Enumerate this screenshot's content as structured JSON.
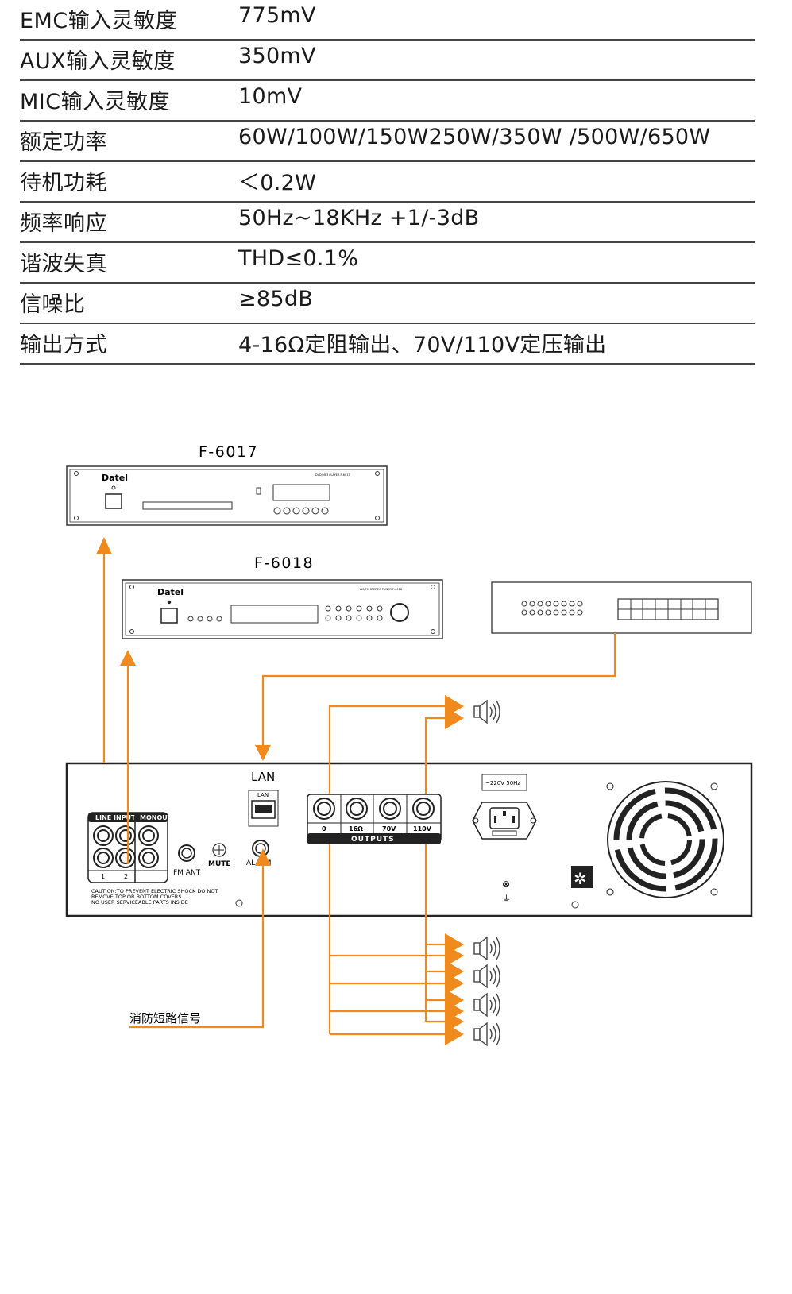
{
  "specs": [
    {
      "label": "EMC输入灵敏度",
      "value": "775mV"
    },
    {
      "label": "AUX输入灵敏度",
      "value": "350mV"
    },
    {
      "label": "MIC输入灵敏度",
      "value": "10mV"
    },
    {
      "label": "额定功率",
      "value": "60W/100W/150W250W/350W /500W/650W"
    },
    {
      "label": "待机功耗",
      "value": "＜0.2W"
    },
    {
      "label": "频率响应",
      "value": "50Hz~18KHz +1/-3dB"
    },
    {
      "label": "谐波失真",
      "value": "THD≤0.1%"
    },
    {
      "label": "信噪比",
      "value": "≥85dB"
    },
    {
      "label": "输出方式",
      "value": "4-16Ω定阻输出、70V/110V定压输出"
    }
  ],
  "diagram": {
    "device1": {
      "model": "F-6017",
      "brand": "Datel",
      "header_text": "DVD/MP3 PLAYER F-6017"
    },
    "device2": {
      "model": "F-6018",
      "brand": "Datel",
      "header_text": "AM/FM STEREO TUNER F-6018"
    },
    "amp": {
      "line_input": "LINE INPUT",
      "monout": "MONOUT",
      "input_1": "1",
      "input_2": "2",
      "fm_ant": "FM ANT",
      "mute": "MUTE",
      "alarm": "ALARM",
      "lan_label": "LAN",
      "lan_port": "LAN",
      "outputs": "OUTPUTS",
      "out_terminals": [
        "0",
        "16Ω",
        "70V",
        "110V"
      ],
      "power": "~220V 50Hz",
      "caution": [
        "CAUTION:TO PREVENT ELECTRIC SHOCK DO NOT",
        "REMOVE TOP OR BOTTOM COVERS",
        "NO USER SERVICEABLE PARTS INSIDE"
      ]
    },
    "alarm_signal": "消防短路信号"
  },
  "colors": {
    "accent": "#f08a1c",
    "line": "#333333"
  }
}
